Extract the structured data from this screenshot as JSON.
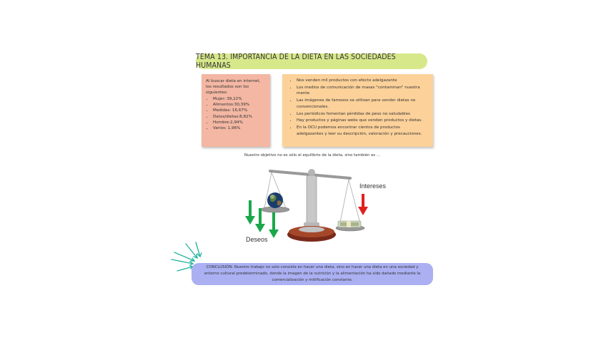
{
  "title": "TEMA 13. IMPORTANCIA DE LA DIETA EN LAS SOCIEDADES HUMANAS",
  "left_box": {
    "intro": "Al buscar dieta en internet, los resultados son los siguientes:",
    "items": [
      "Mujer: 39,22%",
      "Alimentos:30,39%",
      "Medidas: 16,67%",
      "Datos/dietas:8,82%",
      "Hombre:2,94%",
      "Varios: 1,96%"
    ]
  },
  "right_box": {
    "items": [
      "Nos venden mil productos con efecto adelgazante",
      "Los medios de comunicación de masas \"contaminan\" nuestra mente",
      "Las imágenes de famosos se utilizan para vender dietas no convencionales.",
      "Los periódicos fomentan pérdidas de peso no saludables",
      "Hay productos y páginas webs que venden productos  y dietas.",
      "En la OCU podemos encontrar cientos de productos adelgazantes y leer su descripción, valoración y precauciones."
    ]
  },
  "subtitle": "Nuestro objetivo no es sólo el equilibrio de la dieta, sino también es ...",
  "labels": {
    "intereses": "Intereses",
    "deseos": "Deseos"
  },
  "conclusion": "CONCLUSIÓN: Nuestro trabajo no solo consiste en hacer una dieta, sino en hacer una dieta en una sociedad y entorno cultural predeterminado, donde la imagen de la nutrición y la alimentación ha sido dañado mediante la comercialización y mitificación constante.",
  "colors": {
    "title_bg": "#d7e88b",
    "left_bg": "#f3b7a3",
    "right_bg": "#fcd19a",
    "conclusion_bg": "#aab0f2",
    "arrow_green": "#1aa84b",
    "arrow_red": "#e02020",
    "burst": "#2bb5a3"
  },
  "icons": [
    "scale-icon",
    "globe-icon",
    "money-icon",
    "burst-icon"
  ]
}
